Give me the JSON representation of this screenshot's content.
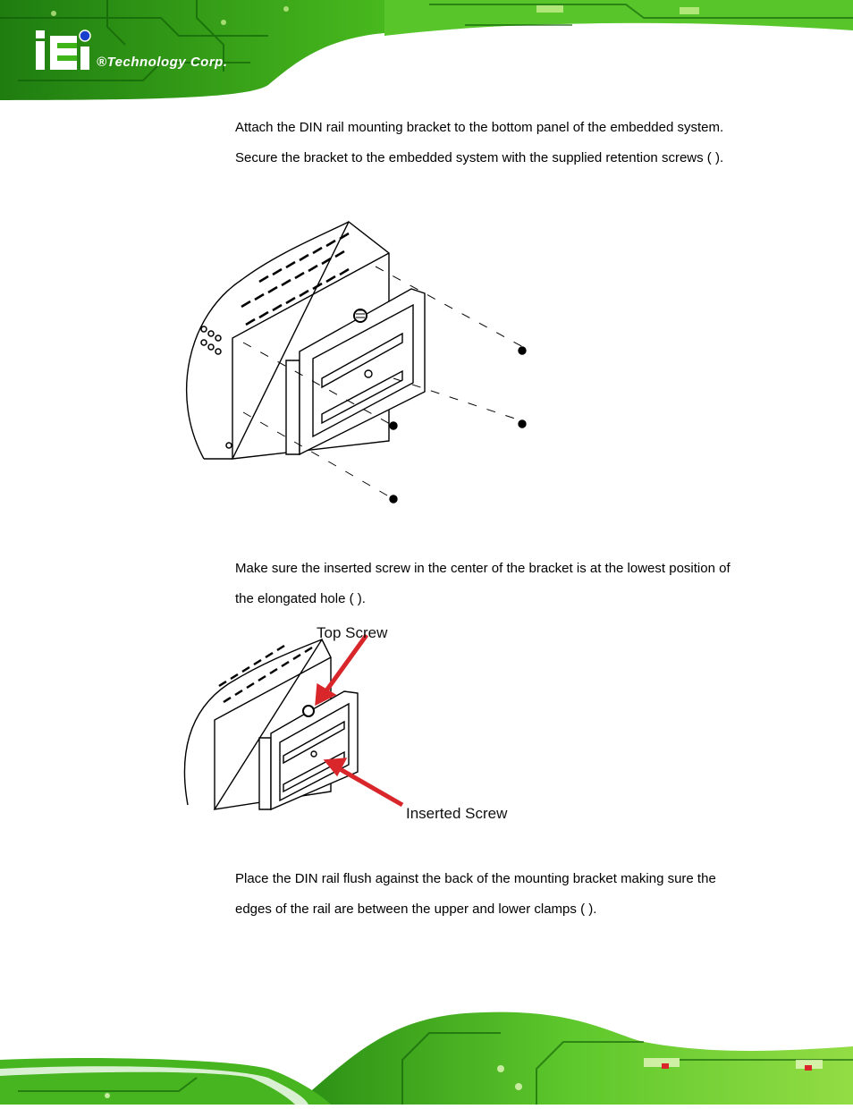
{
  "header": {
    "logo_text": "®Technology Corp."
  },
  "paragraphs": {
    "p1": "Attach the DIN rail mounting bracket to the bottom panel of the embedded system. Secure the bracket to the embedded system with the supplied retention screws (                 ).",
    "p2": "Make sure the inserted screw in the center of the bracket is at the lowest position of the elongated hole (                   ).",
    "p3": "Place the DIN rail flush against the back of the mounting bracket making sure the edges of the rail are between the upper and lower clamps (                 )."
  },
  "figure2": {
    "label_top": "Top Screw",
    "label_inserted": "Inserted Screw",
    "arrow_color": "#d9262b"
  },
  "colors": {
    "pcb_green": "#3fb51a",
    "pcb_light": "#8fdc3a",
    "logo_blue": "#1a3fcc"
  }
}
